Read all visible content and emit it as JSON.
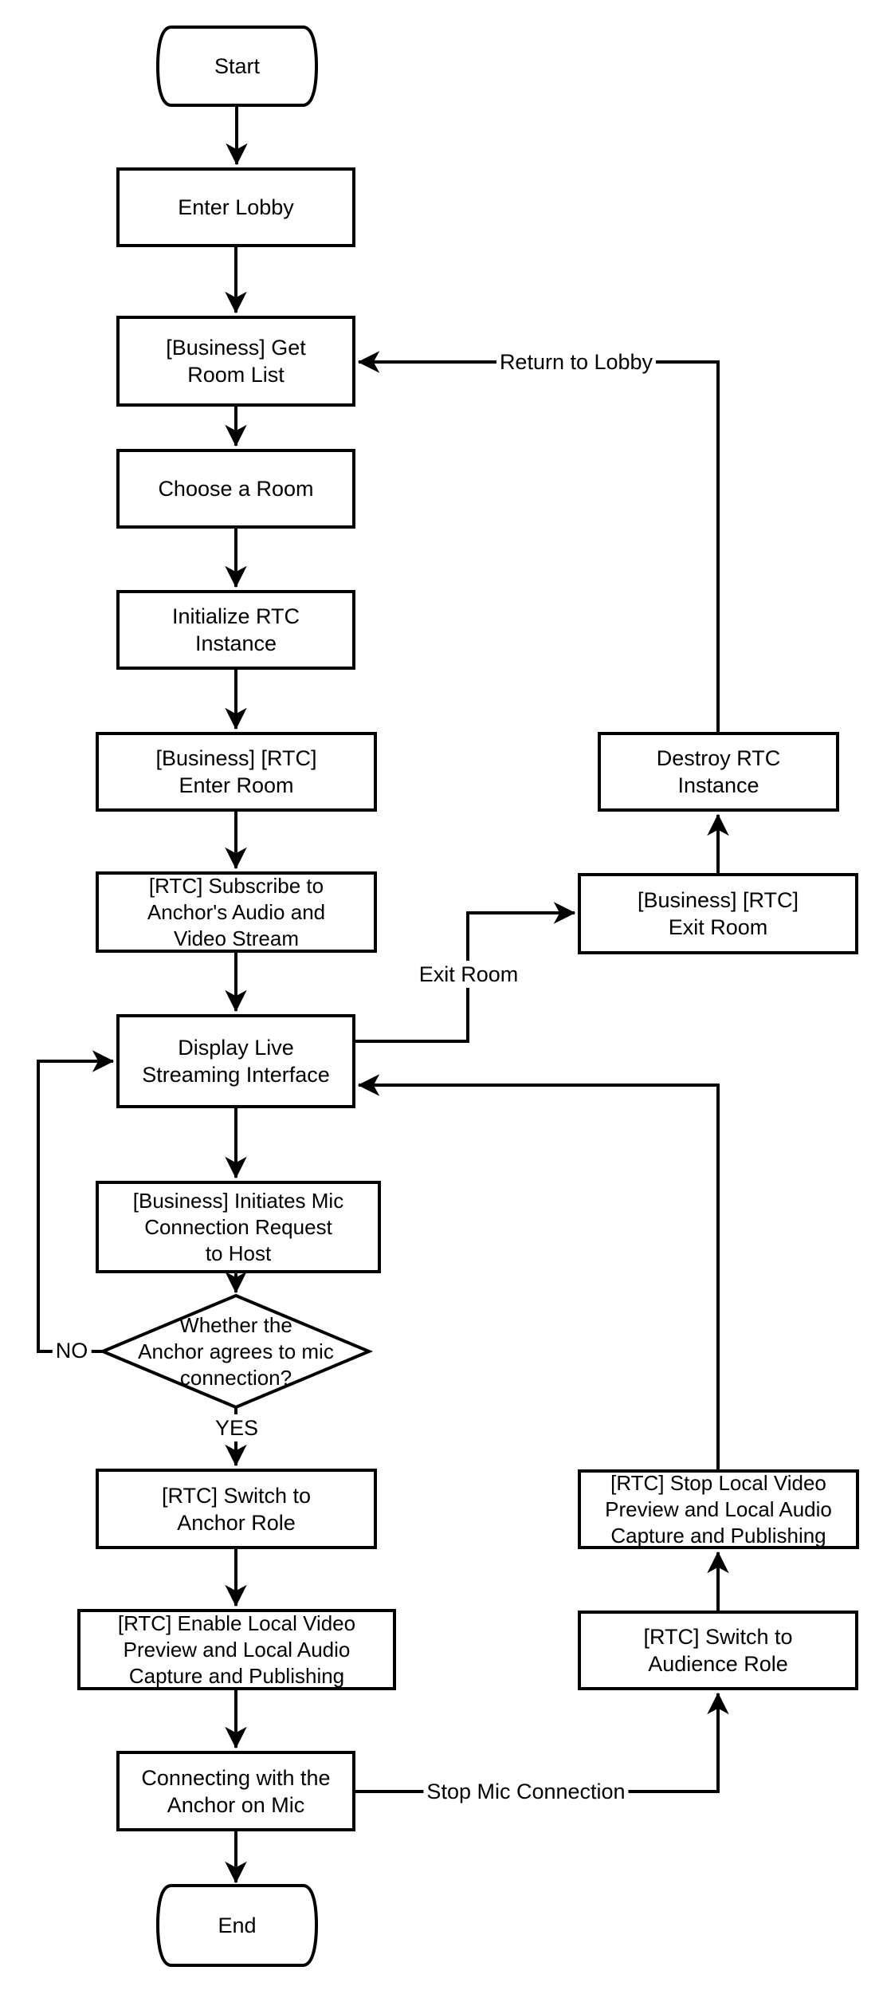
{
  "diagram": {
    "colors": {
      "stroke": "#000000",
      "background": "#ffffff",
      "text": "#000000"
    },
    "nodes": {
      "start": "Start",
      "enter_lobby": "Enter Lobby",
      "get_room_list": "[Business] Get\nRoom List",
      "choose_room": "Choose a Room",
      "init_rtc": "Initialize RTC\nInstance",
      "enter_room": "[Business] [RTC]\nEnter Room",
      "subscribe": "[RTC] Subscribe to\nAnchor's Audio and\nVideo Stream",
      "display": "Display Live\nStreaming Interface",
      "initiates": "[Business] Initiates Mic\nConnection Request\nto Host",
      "decision": "Whether the\nAnchor agrees to mic\nconnection?",
      "switch_anchor": "[RTC] Switch to\nAnchor Role",
      "enable_local": "[RTC] Enable Local Video\nPreview and Local Audio\nCapture and Publishing",
      "connecting": "Connecting with the\nAnchor on Mic",
      "end": "End",
      "destroy": "Destroy RTC\nInstance",
      "exit_room": "[Business] [RTC]\nExit Room",
      "stop_local": "[RTC] Stop Local Video\nPreview and Local Audio\nCapture and Publishing",
      "switch_audience": "[RTC] Switch to\nAudience Role"
    },
    "edge_labels": {
      "return_to_lobby": "Return to Lobby",
      "exit_room": "Exit Room",
      "no": "NO",
      "yes": "YES",
      "stop_mic": "Stop Mic Connection"
    }
  }
}
